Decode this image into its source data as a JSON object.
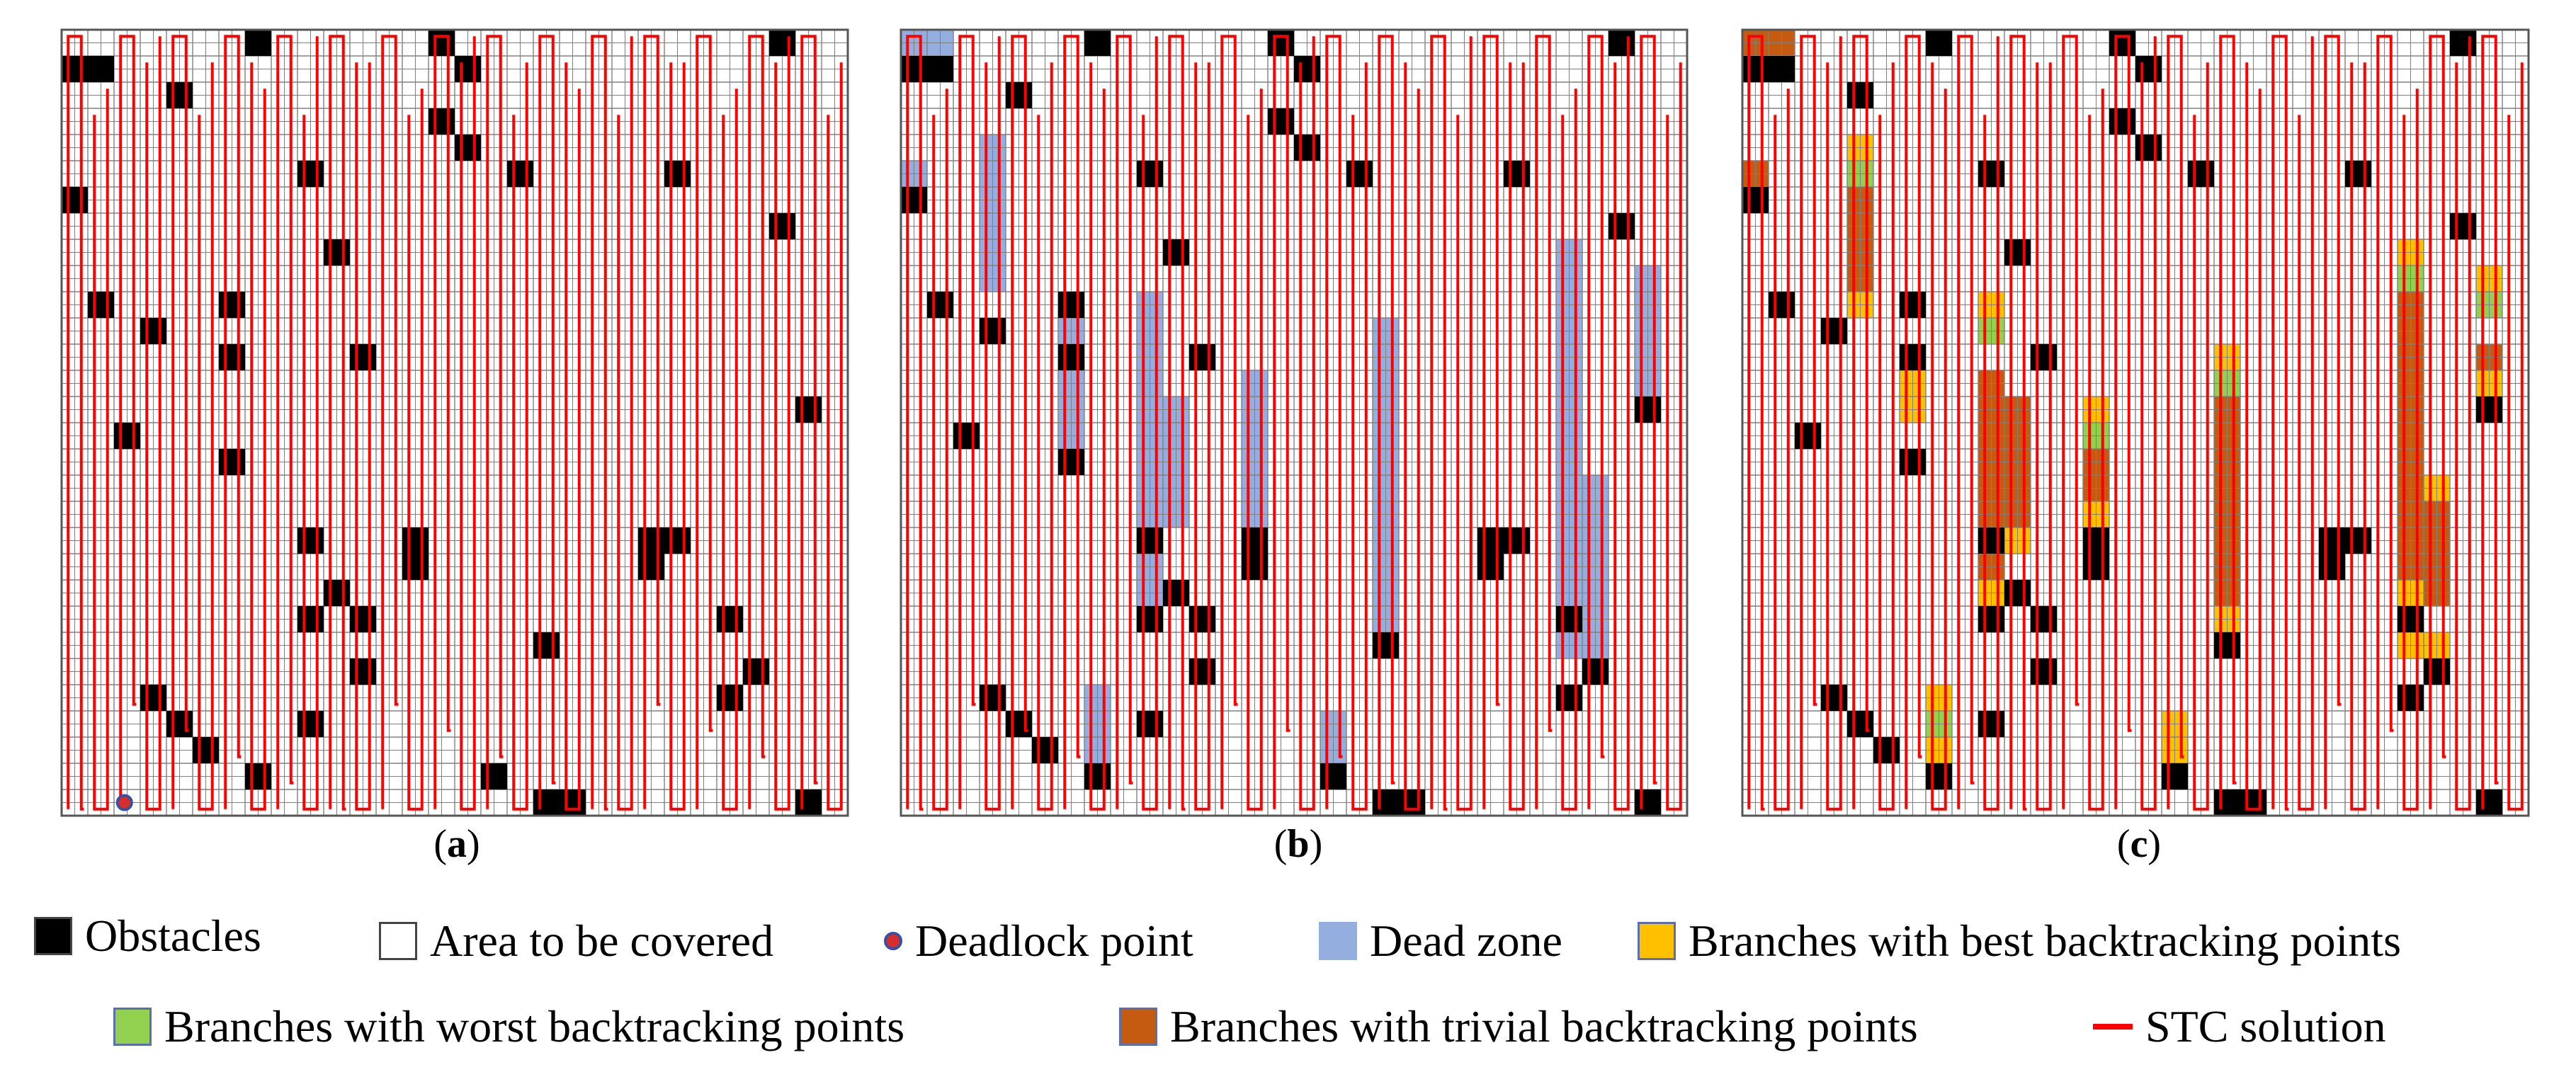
{
  "panels": [
    {
      "id": "a",
      "caption_open": "(",
      "caption_letter": "a",
      "caption_close": ")"
    },
    {
      "id": "b",
      "caption_open": "(",
      "caption_letter": "b",
      "caption_close": ")"
    },
    {
      "id": "c",
      "caption_open": "(",
      "caption_letter": "c",
      "caption_close": ")"
    }
  ],
  "legend": {
    "obstacles": "Obstacles",
    "area": "Area to be covered",
    "deadlock": "Deadlock point",
    "dead_zone": "Dead zone",
    "best": "Branches with best backtracking points",
    "worst": "Branches with worst backtracking points",
    "trivial": "Branches with trivial backtracking points",
    "stc": "STC solution"
  },
  "colors": {
    "obstacle": "#000000",
    "grid_line": "#808080",
    "path": "#ff0000",
    "dead_zone": "#94aee0",
    "best": "#ffc000",
    "worst": "#92d050",
    "trivial": "#c55a11",
    "deadlock_fill": "#d62d2d",
    "deadlock_ring": "#3a4fa0"
  },
  "grid": {
    "cols": 30,
    "rows": 30
  }
}
